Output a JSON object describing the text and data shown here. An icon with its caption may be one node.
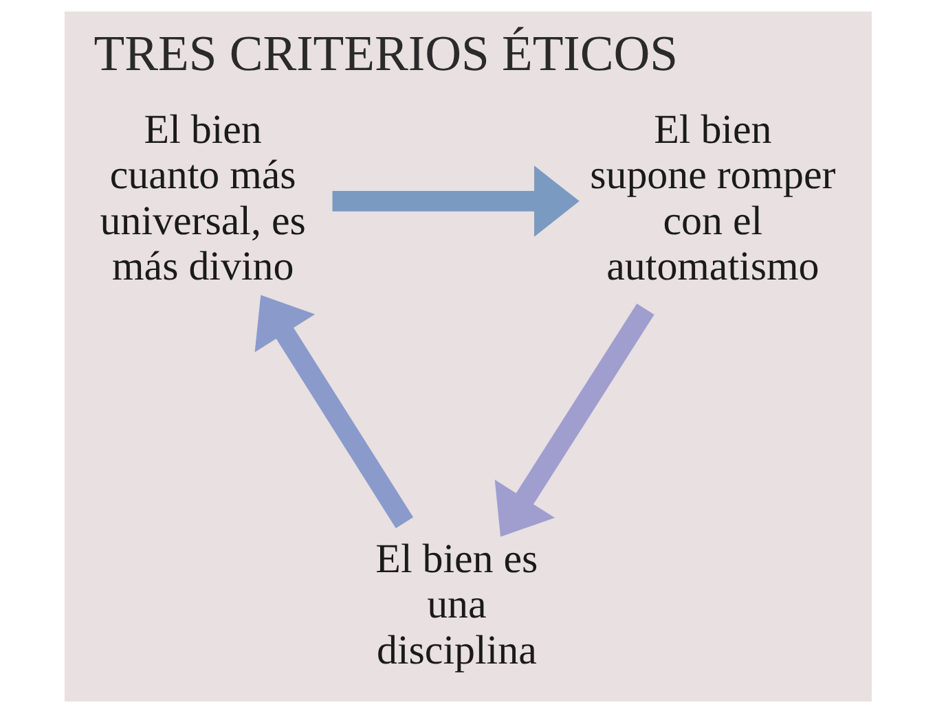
{
  "diagram": {
    "title": "TRES CRITERIOS ÉTICOS",
    "nodes": [
      {
        "text": [
          "El bien cuanto más universal, es más divino"
        ]
      },
      {
        "text": [
          "El bien supone romper con el automatismo"
        ]
      },
      {
        "text": [
          "El bien es una disciplina"
        ]
      }
    ],
    "edges": [
      {
        "from": 0,
        "to": 1,
        "arrow": "to",
        "color": "#7a9ac2"
      },
      {
        "from": 1,
        "to": 2,
        "arrow": "to",
        "color": "#a09dcf"
      },
      {
        "from": 2,
        "to": 0,
        "arrow": "to",
        "color": "#8a9acb"
      }
    ]
  }
}
